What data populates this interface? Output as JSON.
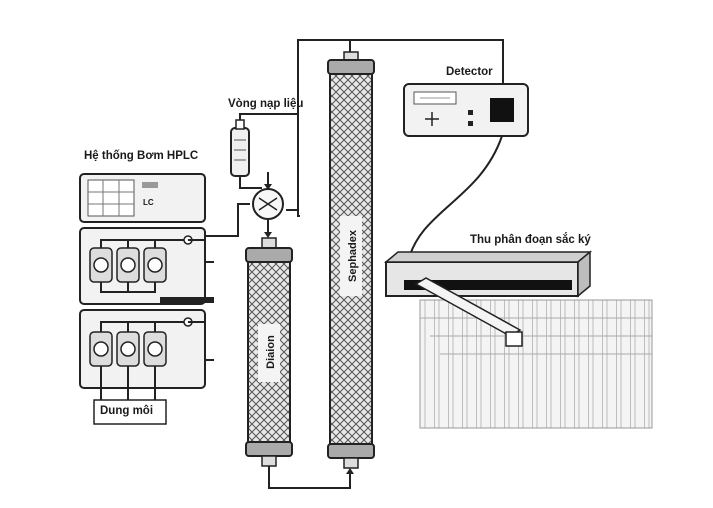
{
  "diagram": {
    "labels": {
      "pump_system": "Hệ thống Bơm HPLC",
      "loading_loop": "Vòng nạp liệu",
      "detector": "Detector",
      "fraction_collector": "Thu phân đoạn sắc ký",
      "solvent": "Dung môi",
      "column_left": "Diaion",
      "column_right": "Sephadex"
    },
    "pump_panel_text": "LC"
  }
}
